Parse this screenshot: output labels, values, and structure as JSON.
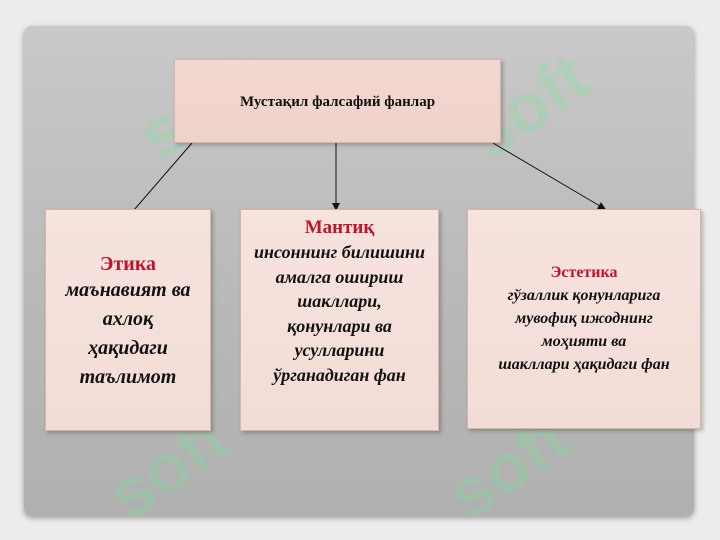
{
  "watermark": "soft",
  "top": {
    "title": "Мустақил фалсафий фанлар"
  },
  "boxes": [
    {
      "head": "Этика",
      "body": [
        "маънавият ва",
        "ахлоқ",
        "ҳақидаги",
        "таълимот"
      ]
    },
    {
      "head": "Мантиқ",
      "body": [
        "инсоннинг билишини",
        "амалга ошириш",
        "шакллари,",
        "қонунлари ва",
        "усулларини",
        "ўрганадиган фан"
      ]
    },
    {
      "head": "Эстетика",
      "body": [
        "гўзаллик қонунларига",
        "мувофиқ ижоднинг",
        "моҳияти ва",
        "шакллари ҳақидаги фан"
      ]
    }
  ],
  "colors": {
    "accent": "#c0142b",
    "box_fill": "#f2dcd6",
    "background": "#bcbcbc"
  }
}
